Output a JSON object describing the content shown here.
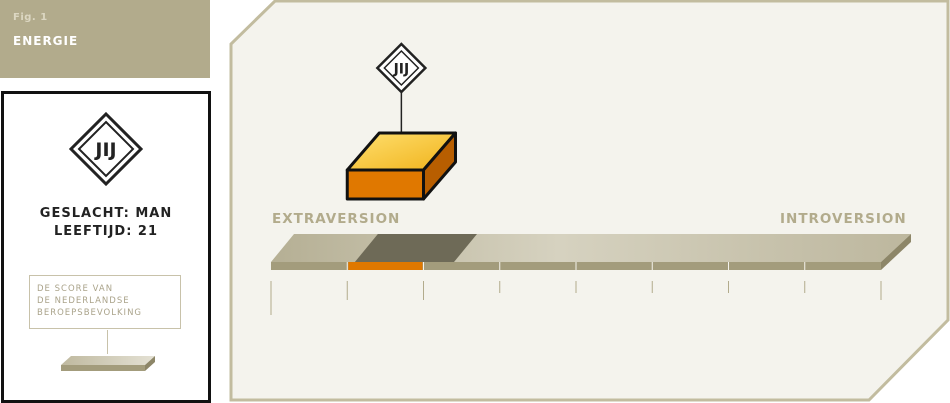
{
  "figure": {
    "number": "Fig. 1",
    "title": "ENERGIE"
  },
  "legend": {
    "badge_text": "JIJ",
    "gender_line": "GESLACHT: MAN",
    "age_line": "LEEFTIJD: 21",
    "population_label": [
      "DE SCORE VAN",
      "DE NEDERLANDSE",
      "BEROEPSBEVOLKING"
    ]
  },
  "scale": {
    "left_pole": "EXTRAVERSION",
    "right_pole": "INTROVERSION",
    "badge_text": "JIJ",
    "segments": 8,
    "user_segment": 2,
    "population_range": [
      1.1,
      2.4
    ]
  },
  "colors": {
    "khaki": "#b2ab8c",
    "orange": "#e07800",
    "dark_band": "#6e6a57",
    "ink": "#111111"
  }
}
